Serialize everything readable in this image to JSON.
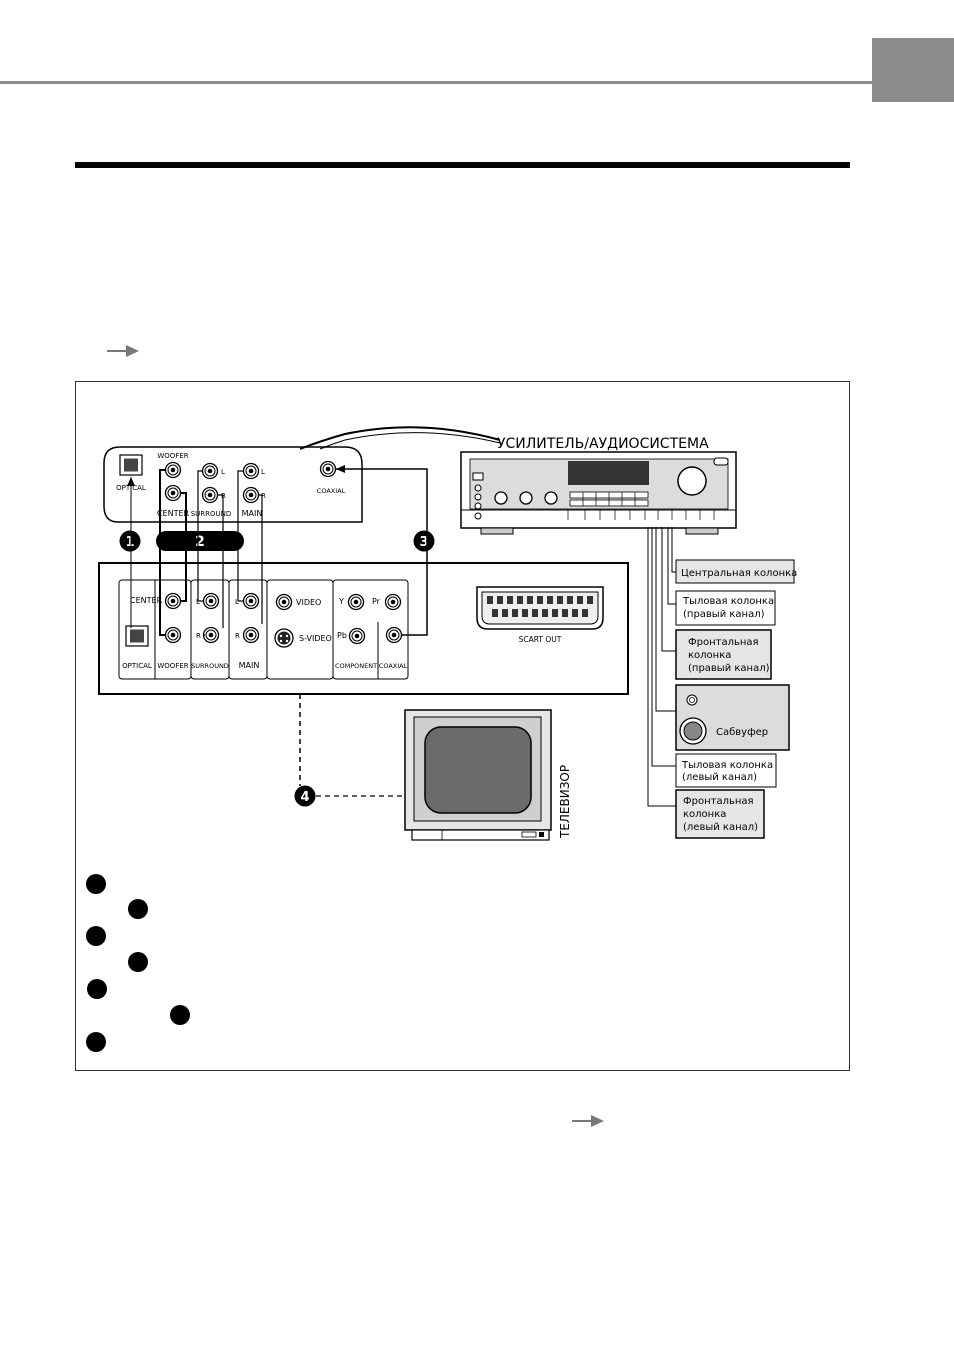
{
  "labels": {
    "amplifier_title": "УСИЛИТЕЛЬ/АУДИОСИСТЕМА",
    "tv_title": "ТЕЛЕВИЗОР",
    "scart_out": "SCART OUT"
  },
  "amp_jacks": {
    "optical": "OPTICAL",
    "woofer": "WOOFER",
    "center": "CENTER",
    "surround": "SURROUND",
    "main": "MAIN",
    "coaxial": "COAXIAL",
    "l": "L",
    "r": "R"
  },
  "player_jacks": {
    "center": "CENTER",
    "optical": "OPTICAL",
    "woofer": "WOOFER",
    "surround": "SURROUND",
    "main": "MAIN",
    "video": "VIDEO",
    "svideo": "S-VIDEO",
    "y": "Y",
    "pr": "Pr",
    "pb": "Pb",
    "component": "COMPONENT",
    "coaxial": "COAXIAL",
    "l": "L",
    "r": "R"
  },
  "badges": {
    "b1": "1",
    "b2": "2",
    "b3": "3",
    "b4": "4"
  },
  "speakers": {
    "center": "Центральная колонка",
    "rear_right_1": "Тыловая колонка",
    "rear_right_2": "(правый канал)",
    "front_right_1": "Фронтальная",
    "front_right_2": "колонка",
    "front_right_3": "(правый канал)",
    "subwoofer": "Сабвуфер",
    "rear_left_1": "Тыловая колонка",
    "rear_left_2": "(левый канал)",
    "front_left_1": "Фронтальная",
    "front_left_2": "колонка",
    "front_left_3": "(левый канал)"
  }
}
